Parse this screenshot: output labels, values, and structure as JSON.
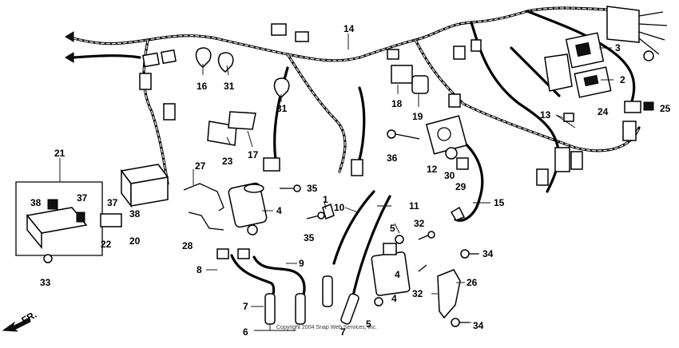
{
  "diagram": {
    "direction_label": "FR.",
    "copyright": "Copyright 2004 Snap Web Services, Inc.",
    "callouts": [
      "1",
      "2",
      "3",
      "4",
      "5",
      "6",
      "7",
      "8",
      "9",
      "10",
      "11",
      "12",
      "13",
      "14",
      "15",
      "16",
      "17",
      "18",
      "19",
      "20",
      "21",
      "22",
      "23",
      "24",
      "25",
      "26",
      "27",
      "28",
      "29",
      "30",
      "31",
      "32",
      "33",
      "34",
      "35",
      "36",
      "37",
      "38"
    ]
  }
}
